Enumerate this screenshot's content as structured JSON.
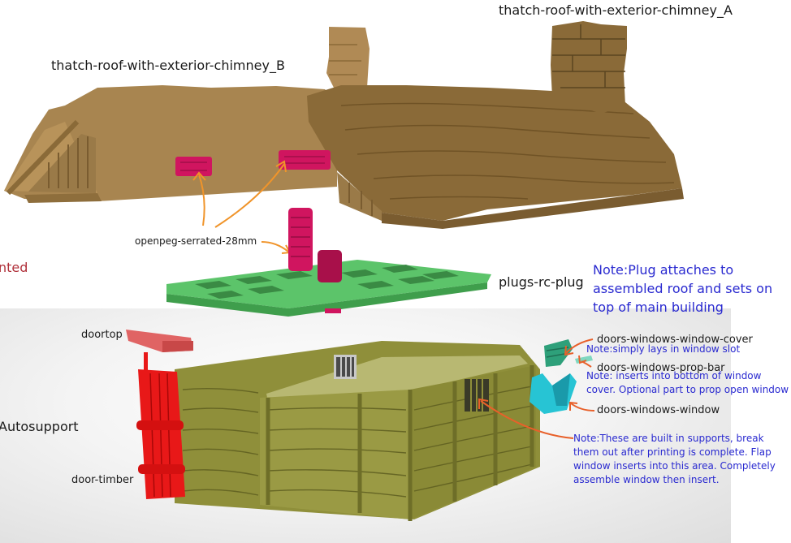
{
  "diagram": {
    "type": "exploded-assembly-render",
    "colors": {
      "roof_tan": "#a88550",
      "thatch": "#8a6a38",
      "peg_magenta": "#d0155f",
      "plug_green": "#5cc46a",
      "walls_olive": "#8f8f3a",
      "door_red": "#e81818",
      "doortop_pink": "#e06464",
      "window_cyan": "#27c4d4",
      "window_cover_teal": "#2ea07a",
      "arrow_orange": "#f0942a",
      "arrow_red_orange": "#e8602a",
      "note_blue": "#2a2ad0",
      "partial_red_text": "#b0303a"
    }
  },
  "parts": {
    "roof_a": {
      "label": "thatch-roof-with-exterior-chimney_A"
    },
    "roof_b": {
      "label": "thatch-roof-with-exterior-chimney_B"
    },
    "peg": {
      "label": "openpeg-serrated-28mm"
    },
    "plug": {
      "label": "plugs-rc-plug"
    },
    "doortop": {
      "label": "doortop"
    },
    "door": {
      "label": "door-timber"
    },
    "window_cover": {
      "label": "doors-windows-window-cover"
    },
    "prop_bar": {
      "label": "doors-windows-prop-bar"
    },
    "window": {
      "label": "doors-windows-window"
    }
  },
  "notes": {
    "plug_note": [
      "Note:Plug attaches to",
      "assembled roof and sets on",
      "top of main building"
    ],
    "window_cover_note": "Note:simply lays in window slot",
    "prop_bar_note": [
      "Note: inserts into bottom of window",
      "cover. Optional part to prop open window"
    ],
    "supports_note": [
      "Note:These are built in supports, break",
      "them out after printing is complete. Flap",
      "window inserts into this area. Completely",
      "assemble window then insert."
    ]
  },
  "left_edge_fragments": {
    "partial_red": "nted",
    "partial_black": "Autosupport"
  }
}
